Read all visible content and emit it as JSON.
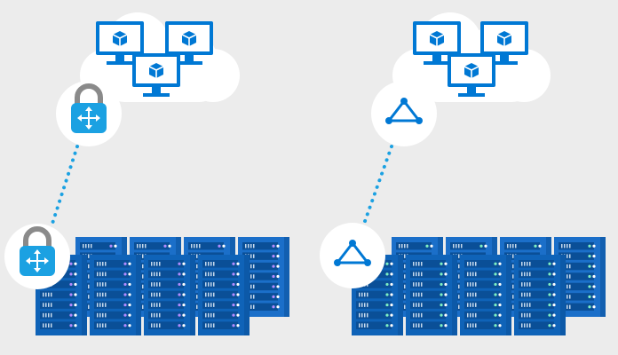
{
  "colors": {
    "background": "#ececec",
    "cloud": "#ffffff",
    "badge": "#ffffff",
    "monitor_frame": "#0078d4",
    "monitor_screen": "#ffffff",
    "cube": "#0078d4",
    "lock_shackle": "#8a8a8a",
    "lock_body": "#1ba1e2",
    "connector": "#1ba1e2",
    "server_back": "#1b6fc9",
    "server_front": "#0f63b8",
    "server_panel": "#0a4f97",
    "server_slot": "#e8f1fa",
    "led_purple": "#b28cff",
    "led_green": "#7ef0c2",
    "triangle": "#0078d4"
  },
  "scenes": [
    {
      "id": "vpn-gateway",
      "description_icon": "lock-arrows-icon",
      "top_badge_icon": "lock-arrows-icon",
      "bottom_badge_icon": "lock-arrows-icon",
      "monitor_icon": "cube-icon",
      "led_color": "purple"
    },
    {
      "id": "expressroute",
      "description_icon": "triangle-network-icon",
      "top_badge_icon": "triangle-network-icon",
      "bottom_badge_icon": "triangle-network-icon",
      "monitor_icon": "cube-icon",
      "led_color": "green"
    }
  ]
}
